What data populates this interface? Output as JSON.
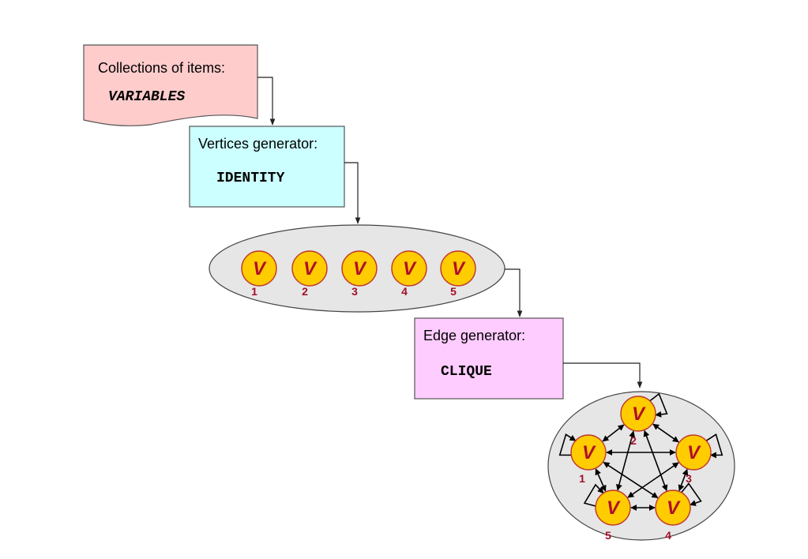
{
  "colors": {
    "collections_fill": "#ffcccc",
    "vertices_gen_fill": "#ccffff",
    "edge_gen_fill": "#ffccff",
    "ellipse_fill": "#e6e6e6",
    "vertex_fill": "#ffcc00",
    "vertex_stroke": "#c0392b",
    "vertex_text": "#b0102a"
  },
  "collections": {
    "title": "Collections of items:",
    "value": "VARIABLES"
  },
  "vertices_generator": {
    "title": "Vertices generator:",
    "value": "IDENTITY"
  },
  "edge_generator": {
    "title": "Edge generator:",
    "value": "CLIQUE"
  },
  "vertex_label": "V",
  "vertex_row": {
    "numbers": [
      "1",
      "2",
      "3",
      "4",
      "5"
    ]
  },
  "clique_graph": {
    "numbers": [
      "1",
      "2",
      "3",
      "4",
      "5"
    ]
  }
}
